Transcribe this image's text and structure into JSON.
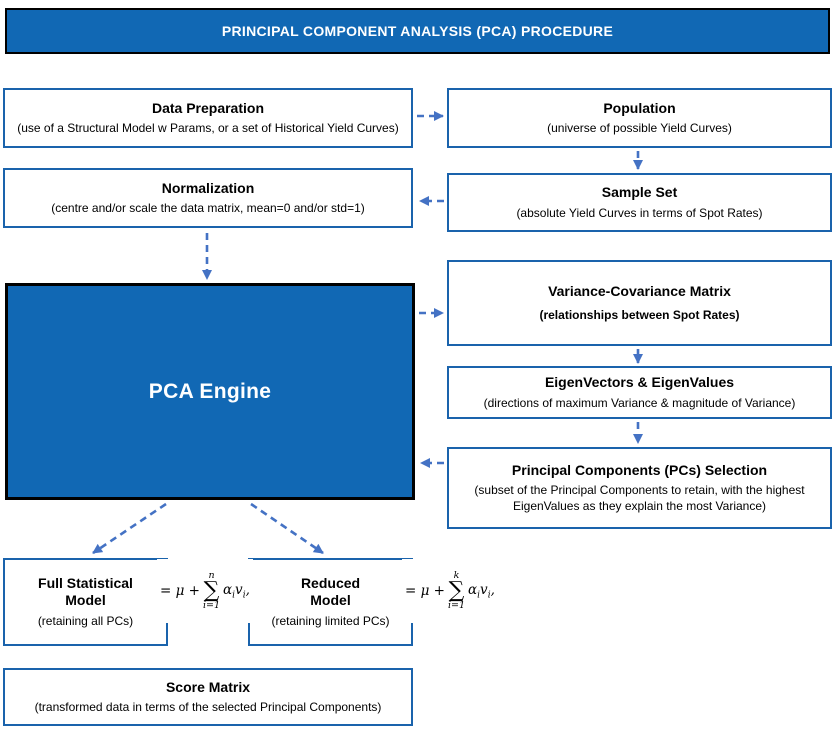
{
  "banner": {
    "title": "PRINCIPAL COMPONENT ANALYSIS (PCA) PROCEDURE"
  },
  "colors": {
    "banner_fill": "#1168B4",
    "engine_fill": "#1168B4",
    "box_border": "#1A63AC",
    "arrow": "#4472C4",
    "banner_text": "#FFFFFF",
    "body_text": "#000000"
  },
  "boxes": {
    "data_preparation": {
      "title": "Data Preparation",
      "subtitle": "(use of a Structural Model w Params, or a set of Historical Yield Curves)"
    },
    "population": {
      "title": "Population",
      "subtitle": "(universe of possible Yield Curves)"
    },
    "normalization": {
      "title": "Normalization",
      "subtitle": "(centre and/or scale the data matrix, mean=0 and/or std=1)"
    },
    "sample_set": {
      "title": "Sample Set",
      "subtitle": "(absolute Yield Curves in terms of Spot Rates)"
    },
    "pca_engine": {
      "title": "PCA Engine"
    },
    "variance_covariance": {
      "title": "Variance-Covariance Matrix",
      "subtitle": "(relationships between Spot Rates)"
    },
    "eigen": {
      "title": "EigenVectors & EigenValues",
      "subtitle": "(directions of maximum Variance & magnitude of Variance)"
    },
    "pc_selection": {
      "title": "Principal Components (PCs) Selection",
      "subtitle": "(subset of the Principal Components to retain, with the highest EigenValues as they explain the most Variance)"
    },
    "full_model": {
      "title": "Full Statistical Model",
      "subtitle": "(retaining all PCs)",
      "formula": {
        "prefix": "= μ +",
        "sum_upper": "n",
        "sigma": "∑",
        "sum_lower": "i=1",
        "alpha": "α",
        "alpha_sub": "i",
        "v": "v",
        "v_sub": "i",
        "comma": ","
      }
    },
    "reduced_model": {
      "title": "Reduced Model",
      "subtitle": "(retaining limited PCs)",
      "formula": {
        "prefix": "= μ +",
        "sum_upper": "k",
        "sigma": "∑",
        "sum_lower": "i=1",
        "alpha": "α",
        "alpha_sub": "i",
        "v": "v",
        "v_sub": "i",
        "comma": ","
      }
    },
    "score_matrix": {
      "title": "Score Matrix",
      "subtitle": "(transformed data in terms of the selected Principal Components)"
    }
  }
}
